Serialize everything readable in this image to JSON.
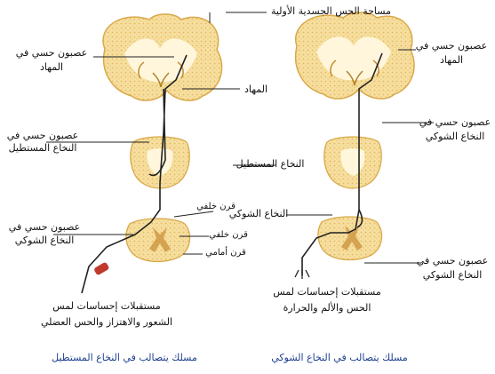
{
  "labels": {
    "sensory_cortex": "مساحة الحس الجسدية الأولية",
    "thalamus": "المهاد",
    "thalamus_neuron_left": "عصبون حسي في المهاد",
    "thalamus_neuron_right": "عصبون حسي في المهاد",
    "medulla_neuron_left": "عصبون حسي في النخاع المستطيل",
    "spinal_tract_neuron_right": "عصبون حسي في النخاع الشوكي",
    "medulla": "النخاع المستطيل",
    "dorsal_horn_top": "قرن خلفي",
    "spinal_tract": "النخاع الشوكي",
    "cord_neuron_left": "عصبون حسي في النخاع الشوكي",
    "dorsal_horn": "قرن خلفي",
    "ventral_horn": "قرن أمامي",
    "cord_neuron_right": "عصبون حسي في النخاع الشوكي",
    "receptors_left_1": "مستقبلات إحساسات لمس",
    "receptors_left_2": "الشعور والاهتزاز والحس العضلي",
    "receptors_right_1": "مستقبلات إحساسات لمس",
    "receptors_right_2": "الحس والألم والحرارة"
  },
  "captions": {
    "left": "مسلك يتصالب في النخاع المستطيل",
    "right": "مسلك يتصالب في النخاع الشوكي"
  },
  "colors": {
    "tissue": "#f6dfa0",
    "tissue_edge": "#d9a94a",
    "white_matter": "#fff6dc",
    "line": "#222222",
    "receptor": "#c0392b",
    "caption": "#1d3f8f"
  }
}
